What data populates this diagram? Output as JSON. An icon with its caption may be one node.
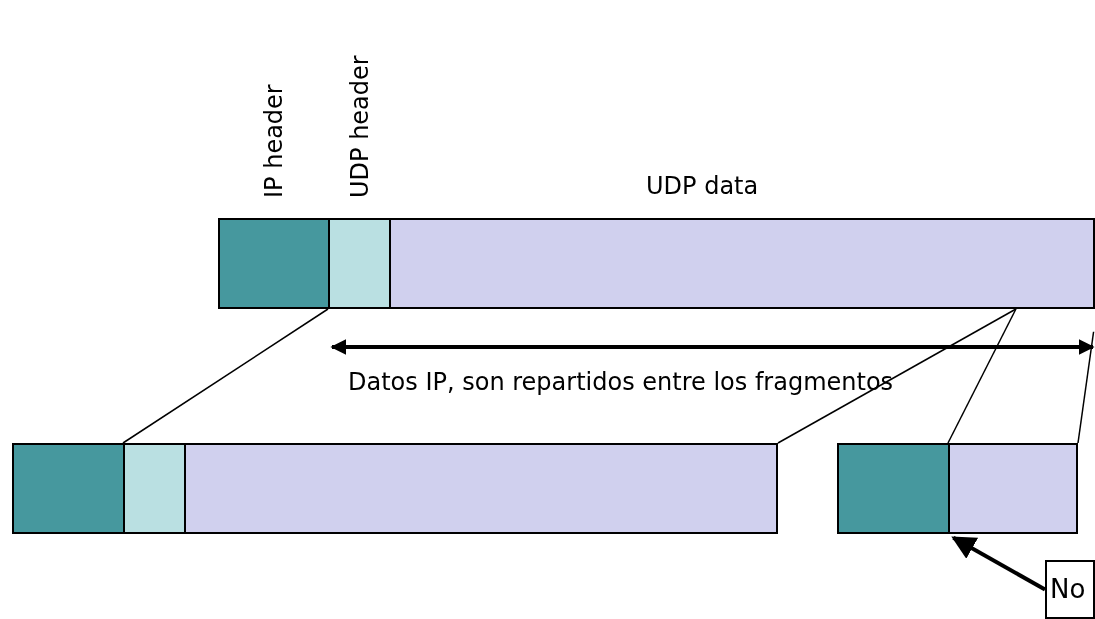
{
  "diagram": {
    "nodes": [
      {
        "text": [
          "IP header"
        ]
      },
      {
        "text": [
          "UDP header"
        ]
      },
      {
        "text": [
          "UDP data"
        ]
      },
      {
        "text": [],
        "shape": "box"
      },
      {
        "text": [],
        "shape": "box"
      },
      {
        "text": [],
        "shape": "box"
      },
      {
        "text": [],
        "shape": "box"
      },
      {
        "text": [],
        "shape": "box"
      },
      {
        "text": [
          "No"
        ]
      }
    ],
    "edges": [
      {
        "from": 1,
        "to": 4,
        "arrow": "none"
      },
      {
        "from": 2,
        "to": 5,
        "arrow": "none"
      },
      {
        "from": 2,
        "to": 7,
        "arrow": "none"
      },
      {
        "from": 2,
        "to": 7,
        "arrow": "none"
      },
      {
        "from": 8,
        "to": 6,
        "arrow": "to",
        "style": "thick"
      }
    ],
    "labels": [
      "Datos IP, son repartidos entre los fragmentos"
    ]
  }
}
